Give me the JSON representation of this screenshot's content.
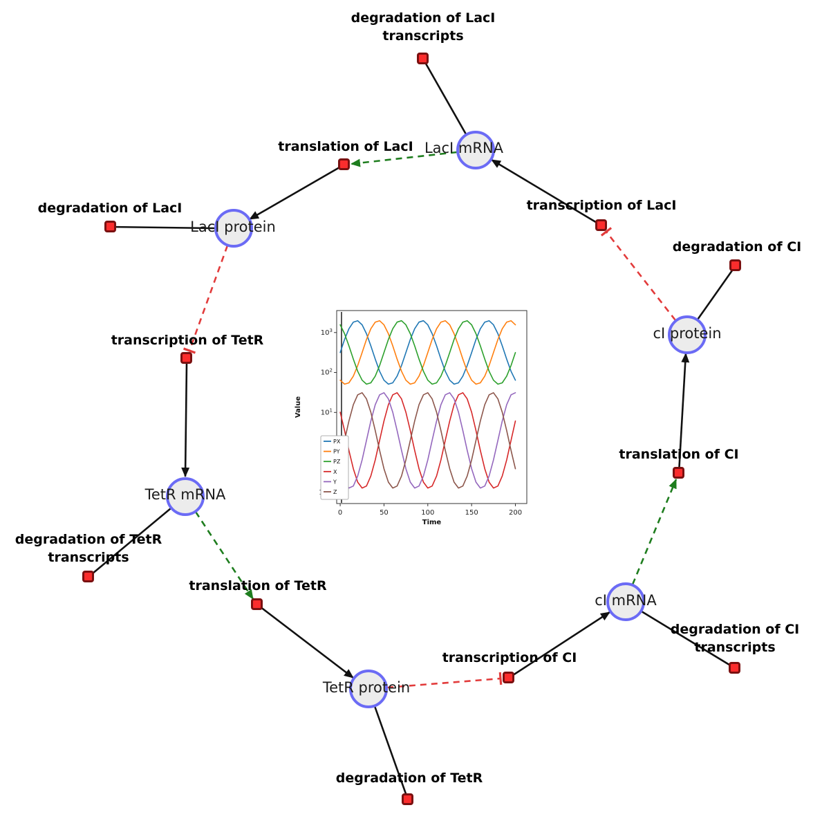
{
  "diagram": {
    "species": [
      {
        "label": "LacI mRNA"
      },
      {
        "label": "LacI protein"
      },
      {
        "label": "TetR mRNA"
      },
      {
        "label": "TetR protein"
      },
      {
        "label": "cI mRNA"
      },
      {
        "label": "cI protein"
      }
    ],
    "reactions": [
      {
        "label": "degradation of LacI transcripts"
      },
      {
        "label": "translation of LacI"
      },
      {
        "label": "transcription of LacI"
      },
      {
        "label": "degradation of LacI"
      },
      {
        "label": "degradation of CI"
      },
      {
        "label": "transcription of TetR"
      },
      {
        "label": "translation of CI"
      },
      {
        "label": "degradation of TetR transcripts"
      },
      {
        "label": "translation of TetR"
      },
      {
        "label": "transcription of CI"
      },
      {
        "label": "degradation of CI transcripts"
      },
      {
        "label": "degradation of TetR"
      }
    ],
    "colors": {
      "species_fill": "#ececec",
      "species_border": "#6b6bf5",
      "reaction_fill": "#fb2d2d",
      "reaction_border": "#7a1010",
      "edge_black": "#111111",
      "edge_activation_green": "#1e7d1e",
      "edge_inhibition_red": "#e23b3b"
    }
  },
  "chart_data": {
    "type": "line",
    "title": "",
    "xlabel": "Time",
    "ylabel": "Value",
    "y_scale": "log",
    "x_ticks": [
      0,
      50,
      100,
      150,
      200
    ],
    "y_tick_exponents": [
      -1,
      0,
      1,
      2,
      3
    ],
    "xlim": [
      -4,
      213
    ],
    "ylim_exponents": [
      -1.28,
      3.55
    ],
    "legend_position": "lower left",
    "grid": false,
    "x": [
      0,
      5,
      10,
      15,
      20,
      25,
      30,
      35,
      40,
      45,
      50,
      55,
      60,
      65,
      70,
      75,
      80,
      85,
      90,
      95,
      100,
      105,
      110,
      115,
      120,
      125,
      130,
      135,
      140,
      145,
      150,
      155,
      160,
      165,
      170,
      175,
      180,
      185,
      190,
      195,
      200
    ],
    "series": [
      {
        "name": "PX",
        "color": "#1f77b4",
        "values": [
          316,
          670,
          1242,
          1824,
          1977,
          1560,
          933,
          464,
          216,
          107,
          64,
          51,
          55,
          81,
          149,
          316,
          670,
          1242,
          1824,
          1977,
          1560,
          933,
          464,
          216,
          107,
          64,
          51,
          55,
          81,
          149,
          316,
          670,
          1242,
          1824,
          1977,
          1560,
          933,
          464,
          216,
          107,
          64
        ]
      },
      {
        "name": "PY",
        "color": "#ff7f0e",
        "values": [
          64,
          51,
          55,
          81,
          149,
          316,
          670,
          1242,
          1824,
          1977,
          1560,
          933,
          464,
          216,
          107,
          64,
          51,
          55,
          81,
          149,
          316,
          670,
          1242,
          1824,
          1977,
          1560,
          933,
          464,
          216,
          107,
          64,
          51,
          55,
          81,
          149,
          316,
          670,
          1242,
          1824,
          1977,
          1560
        ]
      },
      {
        "name": "PZ",
        "color": "#2ca02c",
        "values": [
          1560,
          933,
          464,
          216,
          107,
          64,
          51,
          55,
          81,
          149,
          316,
          670,
          1242,
          1824,
          1977,
          1560,
          933,
          464,
          216,
          107,
          64,
          51,
          55,
          81,
          149,
          316,
          670,
          1242,
          1824,
          1977,
          1560,
          933,
          464,
          216,
          107,
          64,
          51,
          55,
          81,
          149,
          316
        ]
      },
      {
        "name": "X",
        "color": "#d62728",
        "values": [
          10.1,
          3.5,
          1.12,
          0.39,
          0.18,
          0.128,
          0.144,
          0.256,
          0.65,
          2.0,
          6.1,
          15.6,
          27.6,
          31.2,
          21.8,
          10.1,
          3.5,
          1.12,
          0.39,
          0.18,
          0.128,
          0.144,
          0.256,
          0.65,
          2.0,
          6.1,
          15.6,
          27.6,
          31.2,
          21.8,
          10.1,
          3.5,
          1.12,
          0.39,
          0.18,
          0.128,
          0.144,
          0.256,
          0.65,
          2.0,
          6.1
        ]
      },
      {
        "name": "Y",
        "color": "#9467bd",
        "values": [
          0.39,
          0.18,
          0.128,
          0.144,
          0.256,
          0.65,
          2.0,
          6.1,
          15.6,
          27.6,
          31.2,
          21.8,
          10.1,
          3.5,
          1.12,
          0.39,
          0.18,
          0.128,
          0.144,
          0.256,
          0.65,
          2.0,
          6.1,
          15.6,
          27.6,
          31.2,
          21.8,
          10.1,
          3.5,
          1.12,
          0.39,
          0.18,
          0.128,
          0.144,
          0.256,
          0.65,
          2.0,
          6.1,
          15.6,
          27.6,
          31.2
        ]
      },
      {
        "name": "Z",
        "color": "#8c564b",
        "values": [
          0.65,
          2.0,
          6.1,
          15.6,
          27.6,
          31.2,
          21.8,
          10.1,
          3.5,
          1.12,
          0.39,
          0.18,
          0.128,
          0.144,
          0.256,
          0.65,
          2.0,
          6.1,
          15.6,
          27.6,
          31.2,
          21.8,
          10.1,
          3.5,
          1.12,
          0.39,
          0.18,
          0.128,
          0.144,
          0.256,
          0.65,
          2.0,
          6.1,
          15.6,
          27.6,
          31.2,
          21.8,
          10.1,
          3.5,
          1.12,
          0.39
        ]
      }
    ]
  }
}
